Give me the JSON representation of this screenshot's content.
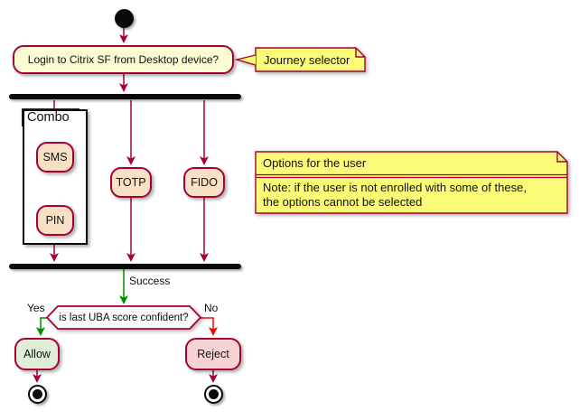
{
  "diagram_type": "activity-flow",
  "activity": {
    "login": "Login to Citrix SF from Desktop device?",
    "sms": "SMS",
    "pin": "PIN",
    "totp": "TOTP",
    "fido": "FIDO",
    "allow": "Allow",
    "reject": "Reject"
  },
  "partition": {
    "label": "Combo"
  },
  "decision": {
    "question": "is last UBA score confident?",
    "yes_label": "Yes",
    "no_label": "No"
  },
  "edge_labels": {
    "success": "Success"
  },
  "notes": {
    "journey_selector": {
      "text": "Journey selector"
    },
    "options": {
      "title": "Options for the user",
      "line1": "Note: if the user is not enrolled with some of these,",
      "line2": "the options cannot be selected"
    }
  },
  "colors": {
    "accent_border": "#A80036",
    "activity_fill": "#FCFCD2",
    "option_fill": "#F8E0C4",
    "note_fill": "#FBFB77",
    "allow_fill": "#DFEFD7",
    "reject_fill": "#F6D3D3",
    "decision_fill": "#FAFAFA",
    "success_arrow": "#008C00",
    "no_arrow": "#FF0000",
    "bar_fill": "#0A0A0A"
  }
}
